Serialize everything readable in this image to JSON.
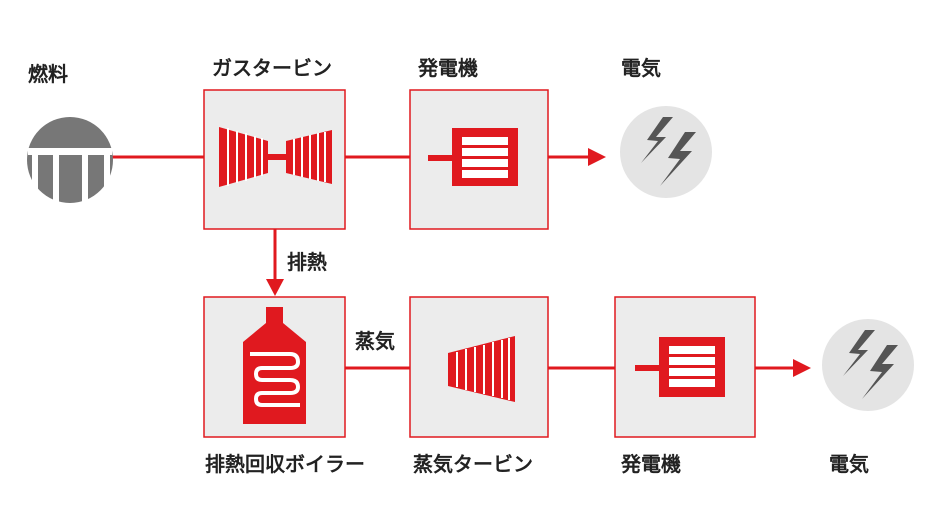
{
  "labels": {
    "fuel": "燃料",
    "gas_turbine": "ガスタービン",
    "generator_top": "発電機",
    "electricity_top": "電気",
    "exhaust_heat": "排熱",
    "steam": "蒸気",
    "hrsg": "排熱回収ボイラー",
    "steam_turbine": "蒸気タービン",
    "generator_bottom": "発電機",
    "electricity_bottom": "電気"
  },
  "colors": {
    "accent": "#e0191f",
    "box_fill": "#ececec",
    "box_border": "#e0191f",
    "tank": "#777777",
    "bolt_circle": "#e4e4e4",
    "bolt": "#555555",
    "text": "#222222"
  },
  "icons": {
    "fuel": "fuel-tank-icon",
    "gas_turbine": "gas-turbine-icon",
    "generator": "generator-icon",
    "electricity": "lightning-bolt-icon",
    "hrsg": "boiler-icon",
    "steam_turbine": "steam-turbine-icon"
  }
}
